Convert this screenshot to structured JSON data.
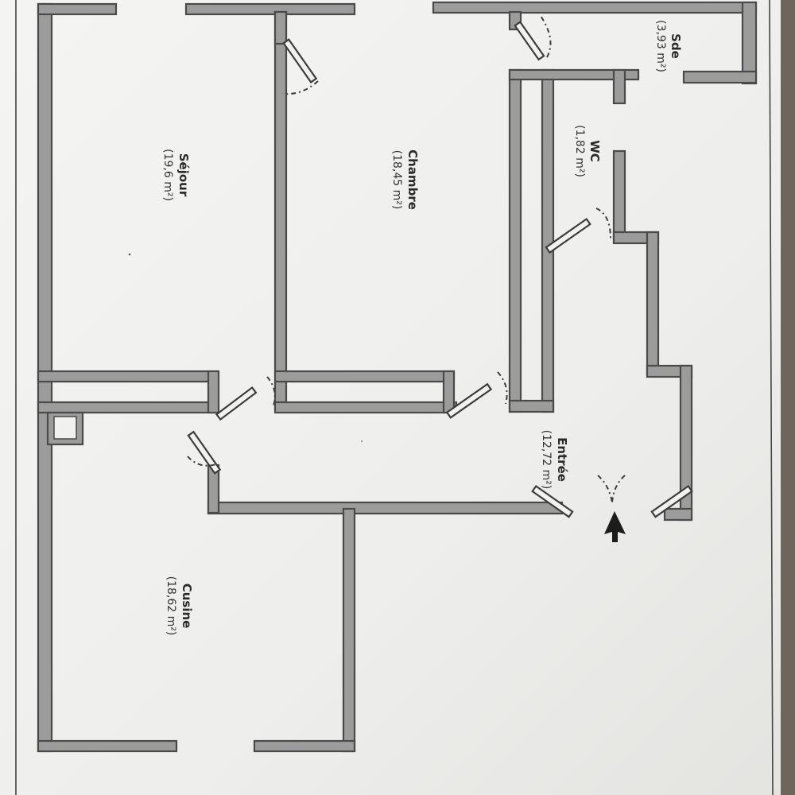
{
  "rooms": [
    {
      "id": "sde",
      "name": "Sde",
      "area": "(3,93 m²)"
    },
    {
      "id": "wc",
      "name": "WC",
      "area": "(1,82 m²)"
    },
    {
      "id": "chambre",
      "name": "Chambre",
      "area": "(18,45 m²)"
    },
    {
      "id": "sejour",
      "name": "Séjour",
      "area": "(19,6 m²)"
    },
    {
      "id": "entree",
      "name": "Entrée",
      "area": "(12,72 m²)"
    },
    {
      "id": "cuisine",
      "name": "Cusine",
      "area": "(18,62 m²)"
    }
  ],
  "colors": {
    "paper": "#f1f1ef",
    "wall_fill": "#9c9c9c",
    "wall_line": "#4a4a4a",
    "background": "#6f655c"
  },
  "icons": {
    "entrance": "arrow-up-icon"
  }
}
